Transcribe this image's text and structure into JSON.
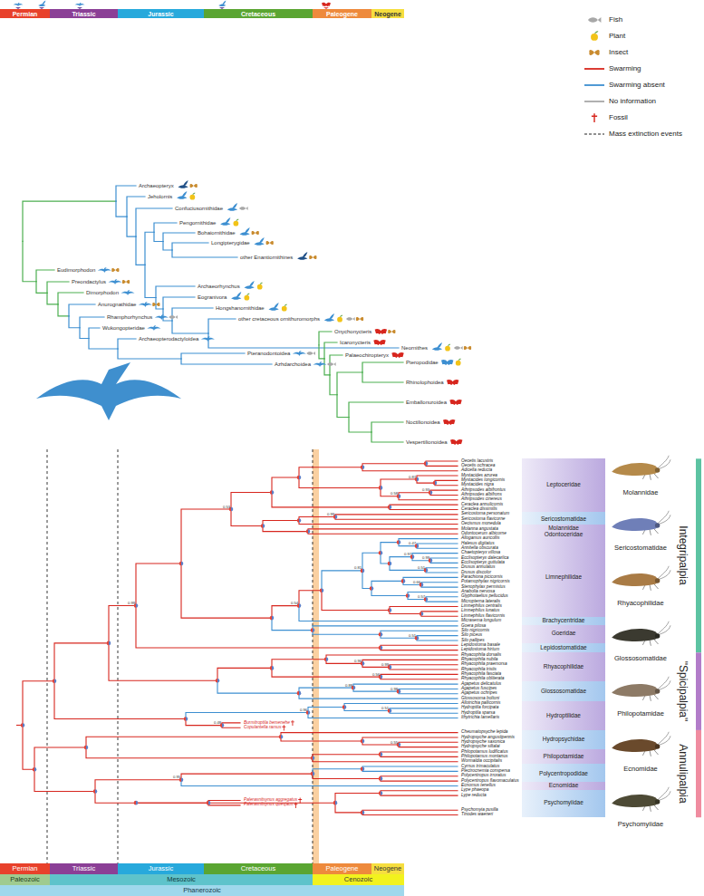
{
  "diagram": {
    "nodes": [
      {
        "text": [
          "Permian"
        ]
      },
      {
        "text": [
          "Triassic"
        ]
      },
      {
        "text": [
          "Jurassic"
        ]
      },
      {
        "text": [
          "Cretaceous"
        ]
      },
      {
        "text": [
          "Paleogene"
        ]
      },
      {
        "text": [
          "Neogene"
        ]
      },
      {
        "text": [
          "Leptoceridae"
        ]
      },
      {
        "text": [
          "Sericostomatidae"
        ]
      },
      {
        "text": [
          "Molannidae",
          "Odontoceridae"
        ]
      },
      {
        "text": [
          "Limnephilidae"
        ]
      },
      {
        "text": [
          "Brachycentridae"
        ]
      },
      {
        "text": [
          "Goeridae"
        ]
      },
      {
        "text": [
          "Lepidostomatidae"
        ]
      },
      {
        "text": [
          "Rhyacophilidae"
        ]
      },
      {
        "text": [
          "Glossosomatidae"
        ]
      },
      {
        "text": [
          "Hydroptilidae"
        ]
      },
      {
        "text": [
          "Hydropsychidae"
        ]
      },
      {
        "text": [
          "Philopotamidae"
        ]
      },
      {
        "text": [
          "Polycentropodidae"
        ]
      },
      {
        "text": [
          "Ecnomidae"
        ]
      },
      {
        "text": [
          "Psychomyiidae"
        ]
      },
      {
        "text": [
          "Permian"
        ]
      },
      {
        "text": [
          "Triassic"
        ]
      },
      {
        "text": [
          "Jurassic"
        ]
      },
      {
        "text": [
          "Cretaceous"
        ]
      },
      {
        "text": [
          "Paleogene"
        ]
      },
      {
        "text": [
          "Neogene"
        ]
      },
      {
        "text": [
          "Paleozoic"
        ]
      },
      {
        "text": [
          "Mesozoic"
        ]
      },
      {
        "text": [
          "Cenozoic"
        ]
      },
      {
        "text": [
          "Phanerozoic"
        ]
      }
    ],
    "labels": [
      "Archaeopteryx",
      "Jeholornis",
      "Confuciusornithidae",
      "Pengornithidae",
      "Bohaiornithidae",
      "Longipterygidae",
      "other Enantiornithines",
      "Archaeorhynchus",
      "Eogranivora",
      "Hongshanornithidae",
      "other cretaceous ornithuromorphs",
      "Neornithes",
      "Eudimorphodon",
      "Preondactylus",
      "Dimorphodon",
      "Anurognathidae",
      "Rhamphorhynchus",
      "Wukongopteridae",
      "Archaeopterodactyloidea",
      "Pteranodontoidea",
      "Azhdarchoidea",
      "Onychonycteris",
      "Icaronycteris",
      "Palaeochiropteryx",
      "Pteropodidae",
      "Rhinolophoidea",
      "Emballonuroidea",
      "Noctilionoidea",
      "Vespertilionoidea",
      "Oecetis lacustris",
      "Oecetis ochracea",
      "Adicella reducta",
      "Mystacides azurea",
      "Mystacides longicornis",
      "Mystacides nigra",
      "Athripsodes albifrontus",
      "Athripsodes albifrons",
      "Athripsodes cinereus",
      "Ceraclea annulicornis",
      "Ceraclea dissimilis",
      "Sericostoma personatum",
      "Sericostoma flavicorne",
      "Oecismus monedula",
      "Molanna angustata",
      "Odontocerum albicorne",
      "Allogamus auricollis",
      "Halesus digitatus",
      "Annitella obscurata",
      "Chaetopteryx villosa",
      "Ecclisopteryx dalecarlica",
      "Ecclisopteryx guttulata",
      "Drusus annulatus",
      "Drusus discolor",
      "Parachiona picicornis",
      "Potamophylax nigricornis",
      "Stenophylax permistus",
      "Anabolia nervosa",
      "Glyphotaelius pellucidus",
      "Micropterna lateralis",
      "Limnephilus centralis",
      "Limnephilus lunatus",
      "Limnephilus flavicornis",
      "Micrasema longulum",
      "Goera pilosa",
      "Silo nigricornis",
      "Silo piceus",
      "Silo pallipes",
      "Lepidostoma basale",
      "Lepidostoma hirtum",
      "Rhyacophila dorsalis",
      "Rhyacophila nubila",
      "Rhyacophila praemorsa",
      "Rhyacophila tristis",
      "Rhyacophila fasciata",
      "Rhyacophila obliterata",
      "Agapetus delicatulus",
      "Agapetus fuscipes",
      "Agapetus ochripes",
      "Glossosoma boltoni",
      "Allotrichia pallicornis",
      "Hydroptila forcipata",
      "Hydroptila sparsa",
      "Ithytrichia lamellaris",
      "Burmitroptila bemenehe",
      "Copulantella ramus",
      "Cheumatopsyche lepida",
      "Hydropsyche angustipennis",
      "Hydropsyche saxonica",
      "Hydropsyche siltalai",
      "Philopotamus ludificatus",
      "Philopotamus montanus",
      "Wormaldia occipitalis",
      "Cyrnus trimaculatus",
      "Plectrocnemia conspersa",
      "Polycentropus irroratus",
      "Polycentropus flavomaculatus",
      "Ecnomus tenellus",
      "Lype phaeopa",
      "Lype reducta",
      "Palerasnitsynus aggregatus",
      "Palerasnitsynus quesjaus",
      "Psychomyia pusilla",
      "Tinodes waeneri",
      "0.87",
      "0.93",
      "0.58",
      "0.53",
      "0.99",
      "0.47",
      "0.97",
      "0.99",
      "0.51",
      "0.66",
      "0.57",
      "0.54",
      "0.99",
      "0.51",
      "0.96",
      "0.99",
      "0.56",
      "0.88",
      "0.98",
      "0.51",
      "0.48",
      "0.55",
      "0.95",
      "0.96",
      "0.81",
      "Molannidae",
      "Sericostomatidae",
      "Rhyacophilidae",
      "Glossosomatidae",
      "Philopotamidae",
      "Ecnomidae",
      "Psychomyiidae",
      "Integripalpia",
      "\"Spicipalpia\"",
      "Annulipalpia"
    ],
    "legend": [
      {
        "text": "Fish"
      },
      {
        "text": "Plant"
      },
      {
        "text": "Insect"
      },
      {
        "text": "Swarming"
      },
      {
        "text": "Swarming absent"
      },
      {
        "text": "No information"
      },
      {
        "text": "Fossil"
      },
      {
        "text": "Mass extinction events"
      }
    ]
  }
}
